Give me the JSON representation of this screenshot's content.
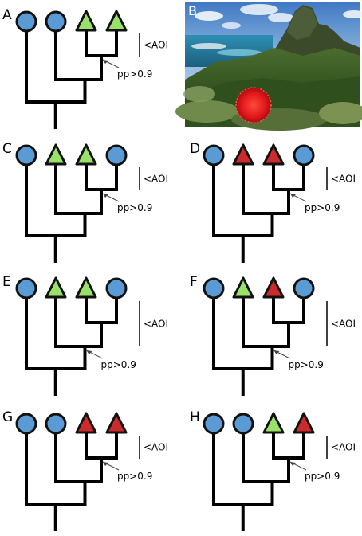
{
  "colors": {
    "blue_circle": "#5b9bd5",
    "green_triangle": "#98e26a",
    "red_triangle": "#cc2b2b",
    "outline": "#111111",
    "branch": "#000000"
  },
  "photo": {
    "label": "B",
    "description_icon": "landscape-photo"
  },
  "panels": [
    {
      "label": "A",
      "tips": [
        "circle-blue",
        "circle-blue",
        "triangle-green",
        "triangle-green"
      ],
      "aoi_label": "<AOI",
      "pp_label": "pp>0.9",
      "aoi_span": "short"
    },
    {
      "label": "C",
      "tips": [
        "circle-blue",
        "triangle-green",
        "triangle-green",
        "circle-blue"
      ],
      "aoi_label": "<AOI",
      "pp_label": "pp>0.9",
      "aoi_span": "short"
    },
    {
      "label": "D",
      "tips": [
        "circle-blue",
        "triangle-red",
        "triangle-red",
        "circle-blue"
      ],
      "aoi_label": "<AOI",
      "pp_label": "pp>0.9",
      "aoi_span": "short"
    },
    {
      "label": "E",
      "tips": [
        "circle-blue",
        "triangle-green",
        "triangle-green",
        "circle-blue"
      ],
      "aoi_label": "<AOI",
      "pp_label": "pp>0.9",
      "aoi_span": "long"
    },
    {
      "label": "F",
      "tips": [
        "circle-blue",
        "triangle-green",
        "triangle-red",
        "circle-blue"
      ],
      "aoi_label": "<AOI",
      "pp_label": "pp>0.9",
      "aoi_span": "long"
    },
    {
      "label": "G",
      "tips": [
        "circle-blue",
        "circle-blue",
        "triangle-red",
        "triangle-red"
      ],
      "aoi_label": "<AOI",
      "pp_label": "pp>0.9",
      "aoi_span": "short"
    },
    {
      "label": "H",
      "tips": [
        "circle-blue",
        "circle-blue",
        "triangle-green",
        "triangle-red"
      ],
      "aoi_label": "<AOI",
      "pp_label": "pp>0.9",
      "aoi_span": "short"
    }
  ]
}
